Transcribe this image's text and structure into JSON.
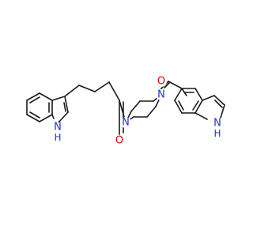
{
  "atoms": {
    "o1": {
      "symbol": "O",
      "color": "#e00000"
    },
    "o2": {
      "symbol": "O",
      "color": "#e00000"
    },
    "n_pip1": {
      "symbol": "N",
      "color": "#2030e0"
    },
    "n_pip2": {
      "symbol": "N",
      "color": "#2030e0"
    },
    "nh_left": {
      "symbol": "NH",
      "n": "N",
      "h": "H",
      "color": "#2030e0"
    },
    "nh_right": {
      "symbol": "NH",
      "n": "N",
      "h": "H",
      "color": "#2030e0"
    }
  },
  "colors": {
    "bond": "#1a1a1a",
    "oxygen": "#e00000",
    "nitrogen": "#2030e0",
    "background": "#ffffff"
  }
}
